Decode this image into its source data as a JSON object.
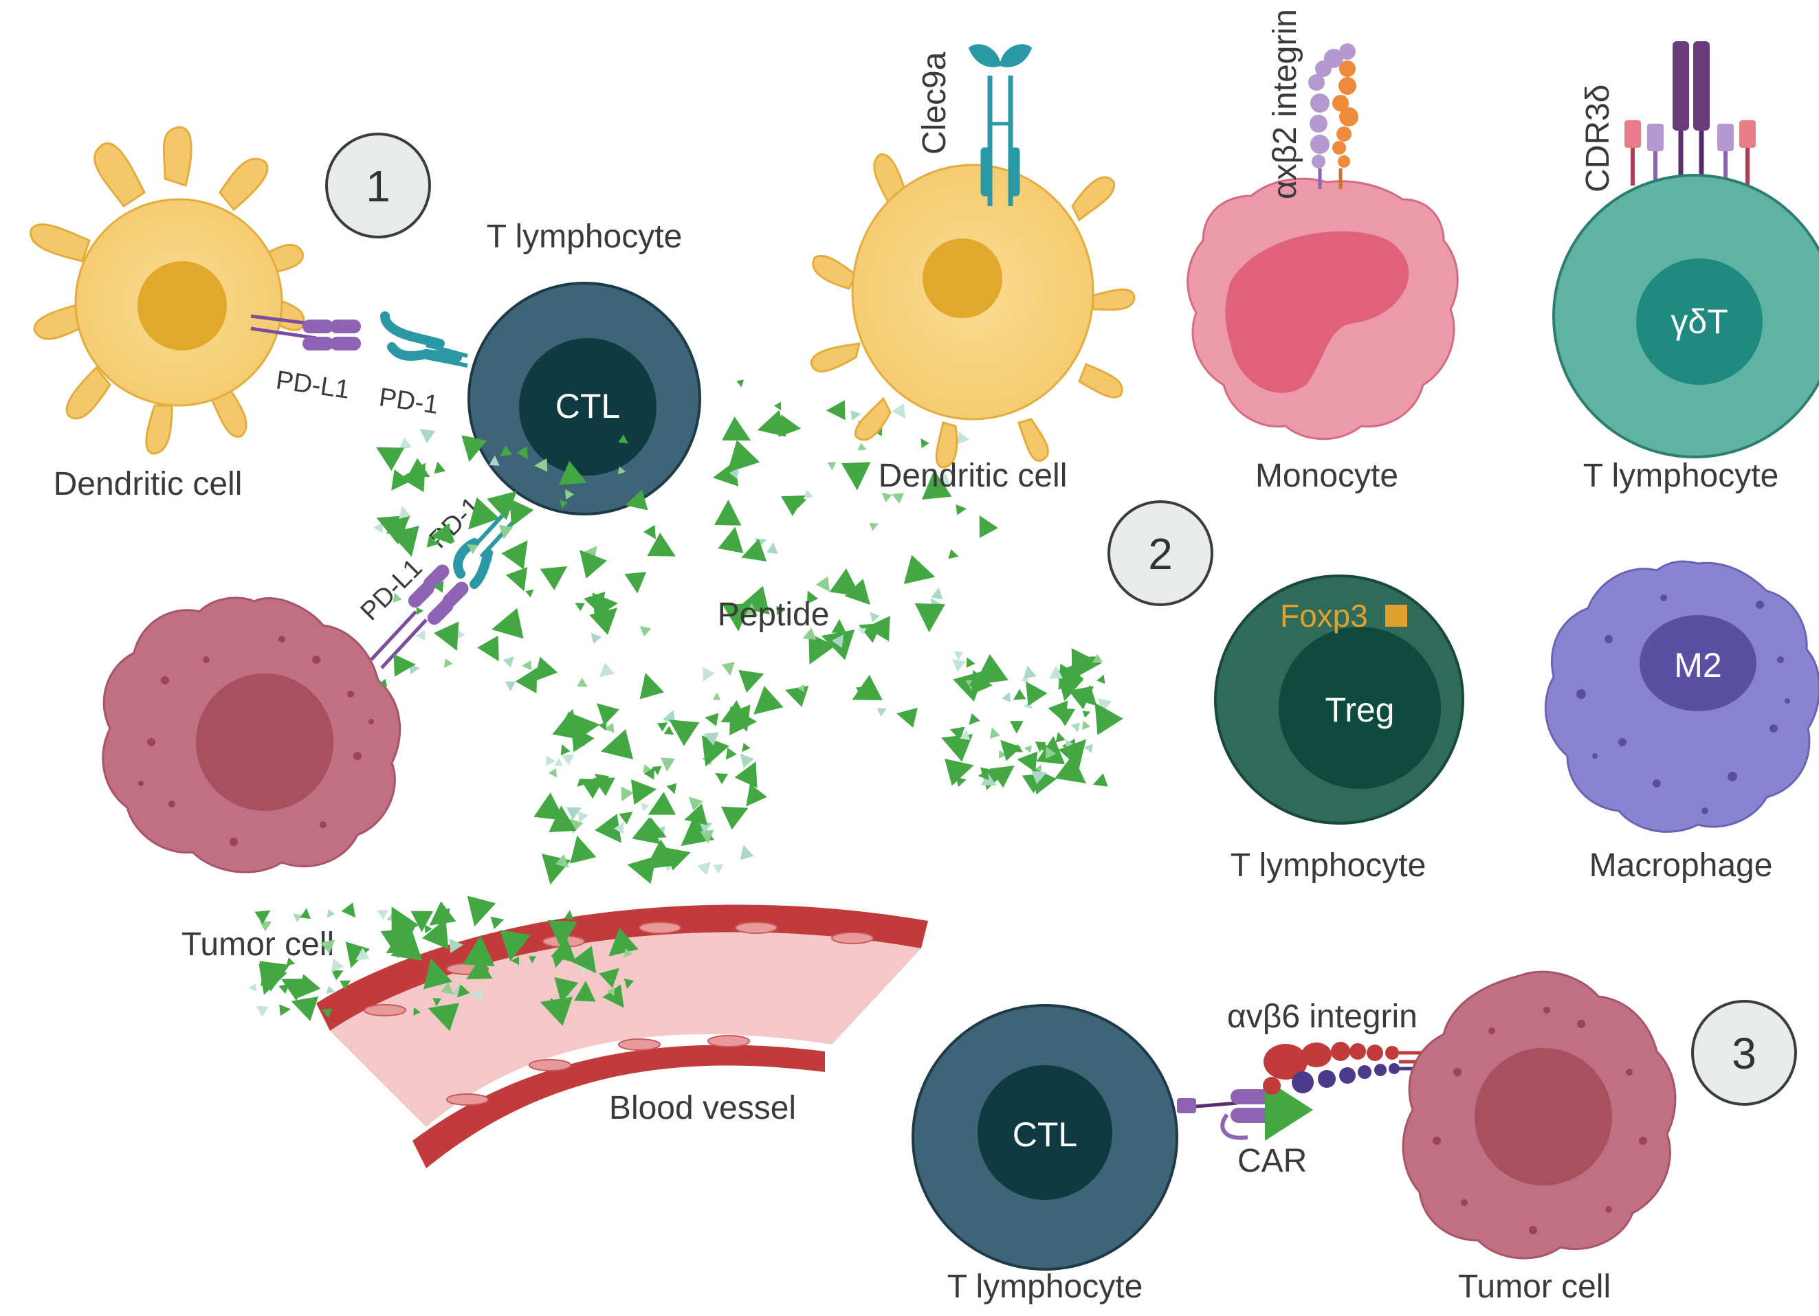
{
  "panel1": {
    "step": "1",
    "dendritic_label": "Dendritic cell",
    "t_label": "T lymphocyte",
    "ctl_label": "CTL",
    "tumor_label": "Tumor cell",
    "pdl1_a": "PD-L1",
    "pd1_a": "PD-1",
    "pdl1_b": "PD-L1",
    "pd1_b": "PD-1"
  },
  "center": {
    "peptide_label": "Peptide",
    "vessel_label": "Blood vessel"
  },
  "panel2": {
    "step": "2",
    "clec9a": "Clec9a",
    "integrin_ax_b2": "αxβ2 integrin",
    "cdr3d": "CDR3δ",
    "dendritic_label": "Dendritic cell",
    "monocyte_label": "Monocyte",
    "gdT_label": "T lymphocyte",
    "gdT_inner": "γδT",
    "foxp3": "Foxp3",
    "treg_inner": "Treg",
    "treg_label": "T lymphocyte",
    "m2_inner": "M2",
    "macrophage_label": "Macrophage"
  },
  "panel3": {
    "step": "3",
    "integrin_av_b6": "αvβ6 integrin",
    "car": "CAR",
    "ctl_inner": "CTL",
    "t_label": "T lymphocyte",
    "tumor_label": "Tumor cell"
  },
  "colors": {
    "dendritic": "#f6cf7a",
    "dendritic_nucleus": "#e0a92c",
    "ctl": "#3f6477",
    "ctl_nucleus": "#0f3a42",
    "tumor": "#c07082",
    "tumor_nucleus": "#a8505f",
    "peptide": "#43a843",
    "vessel": "#c23b3b",
    "monocyte": "#ec9aa9",
    "gdT": "#5fb3a2",
    "treg": "#2e6b58",
    "macrophage": "#8a83cf",
    "pd_l1": "#8f63b4",
    "pd_1": "#2a99a5"
  }
}
